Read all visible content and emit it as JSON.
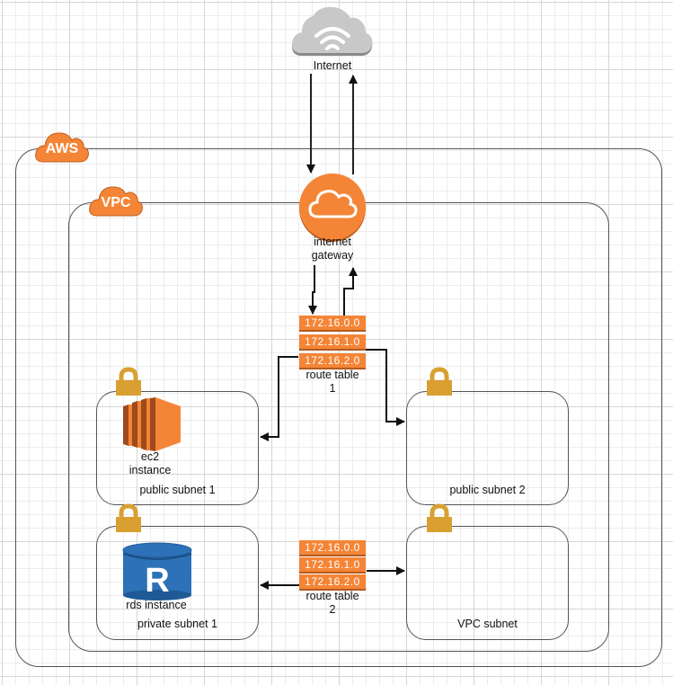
{
  "colors": {
    "aws_orange": "#f58536",
    "lock_gold": "#d9a031",
    "rds_blue": "#2d72b8",
    "cloud_gray": "#c8c8c8",
    "line": "#111111"
  },
  "internet": {
    "label": "Internet",
    "icon": "cloud-wifi-icon"
  },
  "aws": {
    "badge": "AWS"
  },
  "vpc": {
    "badge": "VPC"
  },
  "internet_gateway": {
    "label_line1": "internet",
    "label_line2": "gateway",
    "icon": "cloud-icon"
  },
  "route_table_1": {
    "routes": [
      "172.16.0.0",
      "172.16.1.0",
      "172.16.2.0"
    ],
    "label_line1": "route table",
    "label_line2": "1"
  },
  "route_table_2": {
    "routes": [
      "172.16.0.0",
      "172.16.1.0",
      "172.16.2.0"
    ],
    "label_line1": "route table",
    "label_line2": "2"
  },
  "subnets": [
    {
      "name": "public subnet 1",
      "icon": "lock-icon"
    },
    {
      "name": "public subnet 2",
      "icon": "lock-icon"
    },
    {
      "name": "private subnet 1",
      "icon": "lock-icon"
    },
    {
      "name": "VPC subnet",
      "icon": "lock-icon"
    }
  ],
  "ec2": {
    "label_line1": "ec2",
    "label_line2": "instance"
  },
  "rds": {
    "label": "rds instance",
    "letter": "R"
  }
}
